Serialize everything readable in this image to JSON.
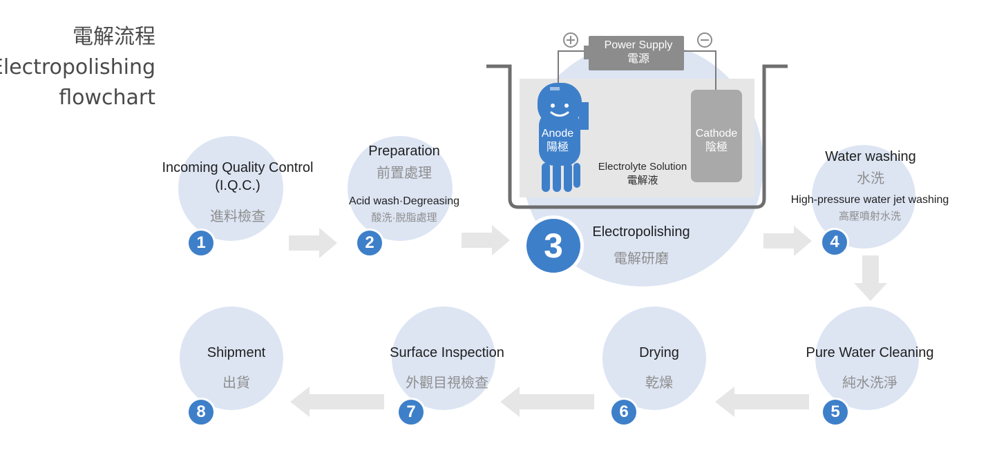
{
  "title": {
    "zh": "電解流程",
    "en_line1": "Electropolishing",
    "en_line2": "flowchart"
  },
  "apparatus": {
    "power_en": "Power Supply",
    "power_zh": "電源",
    "anode_en": "Anode",
    "anode_zh": "陽極",
    "cathode_en": "Cathode",
    "cathode_zh": "陰極",
    "solution_en": "Electrolyte Solution",
    "solution_zh": "電解液",
    "plus": "+",
    "minus": "−"
  },
  "steps": [
    {
      "num": "1",
      "en": "Incoming Quality Control",
      "en2": "(I.Q.C.)",
      "zh": "進料檢查"
    },
    {
      "num": "2",
      "en": "Preparation",
      "zh": "前置處理",
      "sub_en": "Acid wash·Degreasing",
      "sub_zh": "酸洗·脫脂處理"
    },
    {
      "num": "3",
      "en": "Electropolishing",
      "zh": "電解研磨"
    },
    {
      "num": "4",
      "en": "Water washing",
      "zh": "水洗",
      "sub_en": "High-pressure water jet washing",
      "sub_zh": "高壓噴射水洗"
    },
    {
      "num": "5",
      "en": "Pure Water Cleaning",
      "zh": "純水洗淨"
    },
    {
      "num": "6",
      "en": "Drying",
      "zh": "乾燥"
    },
    {
      "num": "7",
      "en": "Surface Inspection",
      "zh": "外觀目視檢查"
    },
    {
      "num": "8",
      "en": "Shipment",
      "zh": "出貨"
    }
  ],
  "colors": {
    "circle": "#dde5f3",
    "accent": "#3e7fc9",
    "arrow": "#e6e6e6",
    "tank": "#6e6e6e"
  }
}
